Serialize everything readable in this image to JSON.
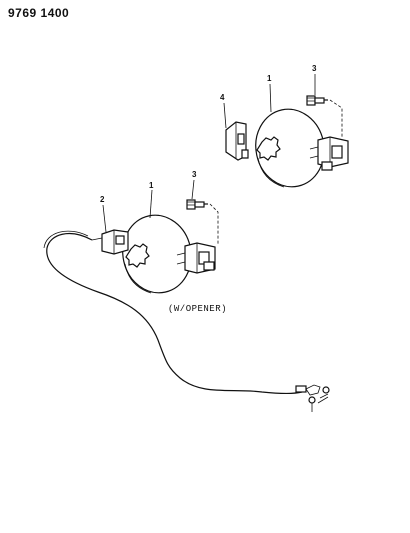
{
  "header": {
    "doc_number": "9769 1400"
  },
  "callouts": {
    "upper_lid": "1",
    "upper_screw": "3",
    "upper_bracket": "4",
    "lower_lid": "1",
    "lower_screw": "3",
    "lower_bracket": "2"
  },
  "caption": "(W/OPENER)"
}
